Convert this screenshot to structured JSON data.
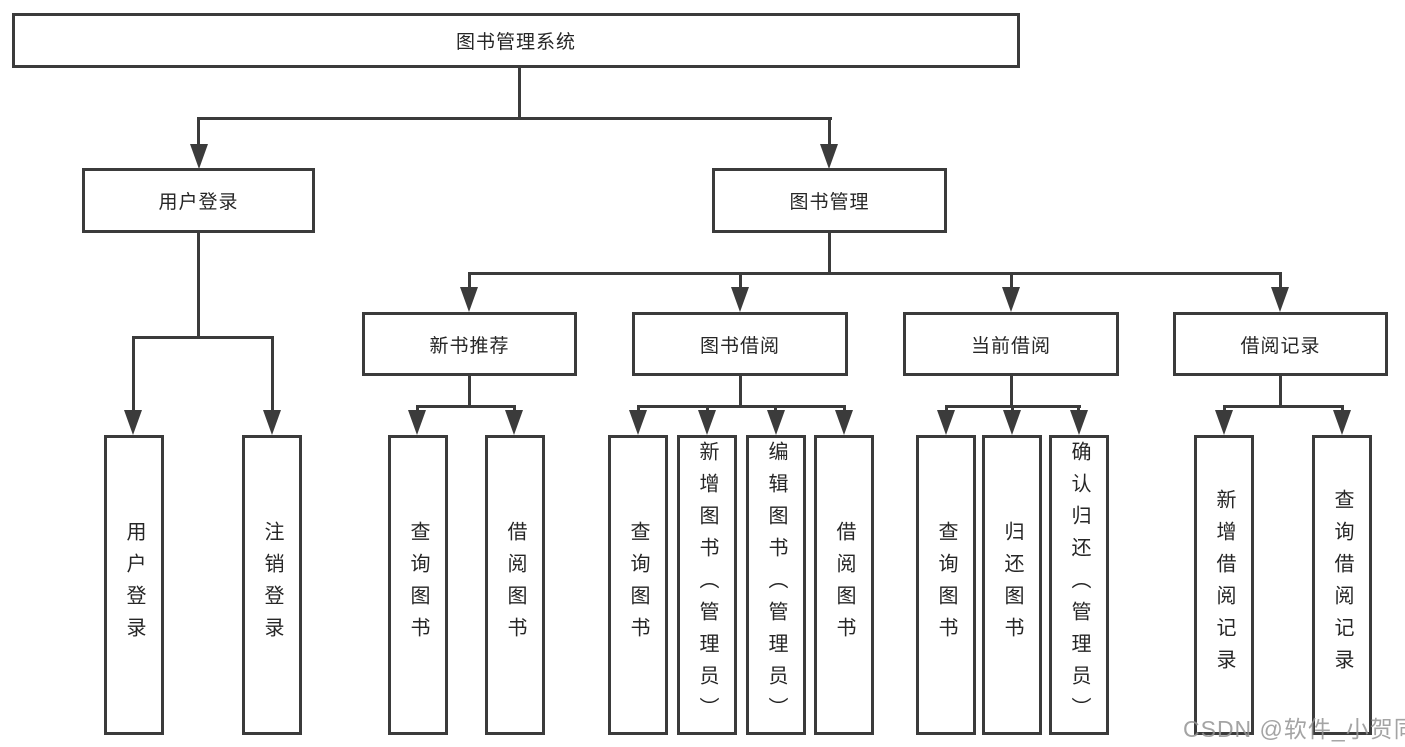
{
  "diagram": {
    "root": {
      "label": "图书管理系统"
    },
    "user_login": {
      "label": "用户登录",
      "children": {
        "login": "用户登录",
        "logout": "注销登录"
      }
    },
    "book_mgmt": {
      "label": "图书管理",
      "sections": {
        "new_book": {
          "label": "新书推荐",
          "children": {
            "query": "查询图书",
            "borrow": "借阅图书"
          }
        },
        "book_borrow": {
          "label": "图书借阅",
          "children": {
            "query": "查询图书",
            "add": "新增图书（管理员）",
            "edit": "编辑图书（管理员）",
            "borrow": "借阅图书"
          }
        },
        "current_borrow": {
          "label": "当前借阅",
          "children": {
            "query": "查询图书",
            "return": "归还图书",
            "confirm": "确认归还（管理员）"
          }
        },
        "borrow_records": {
          "label": "借阅记录",
          "children": {
            "add": "新增借阅记录",
            "query": "查询借阅记录"
          }
        }
      }
    }
  },
  "watermark": {
    "text": "CSDN @软件_小贺同学"
  },
  "colors": {
    "line": "#3b3b3b",
    "text": "#262626",
    "watermark": "#949494",
    "background": "#ffffff"
  }
}
